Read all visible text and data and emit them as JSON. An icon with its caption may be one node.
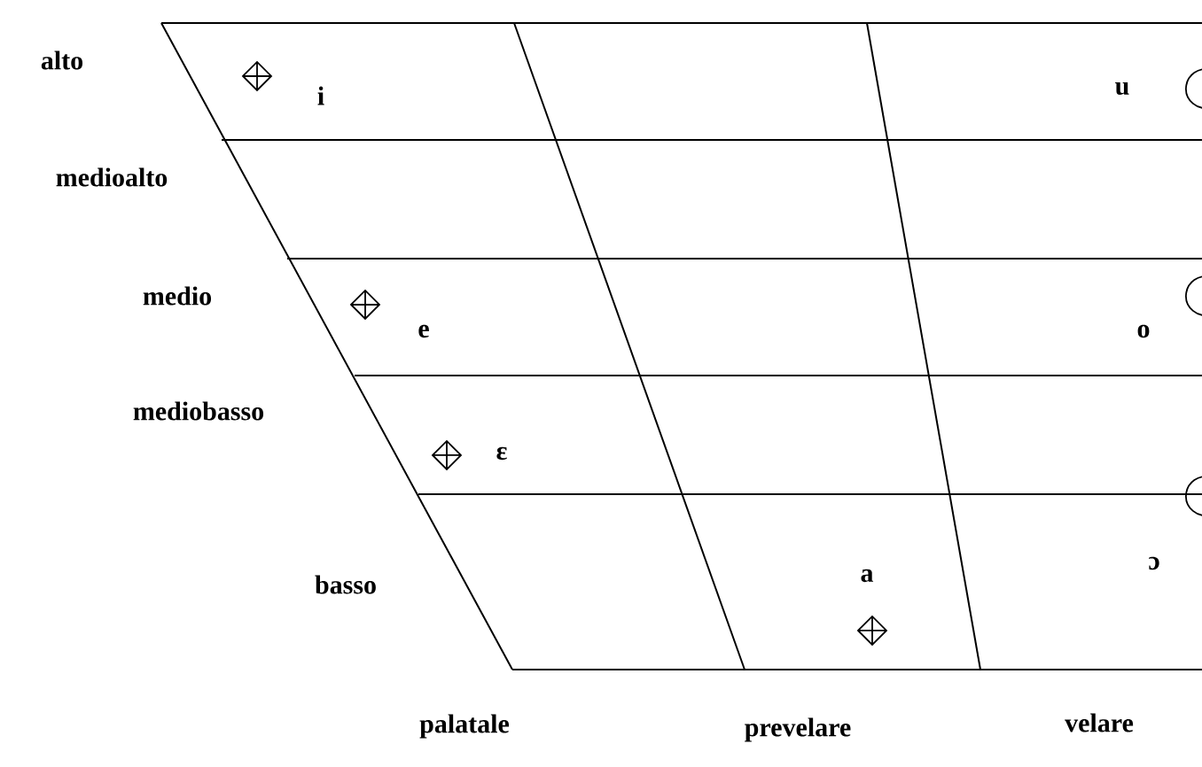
{
  "diagram": {
    "labels": [
      "alto",
      "i",
      "u",
      "medioalto",
      "medio",
      "e",
      "o",
      "mediobasso",
      "ε",
      "basso",
      "a",
      "ɔ",
      "palatale",
      "prevelare",
      "velare"
    ]
  }
}
